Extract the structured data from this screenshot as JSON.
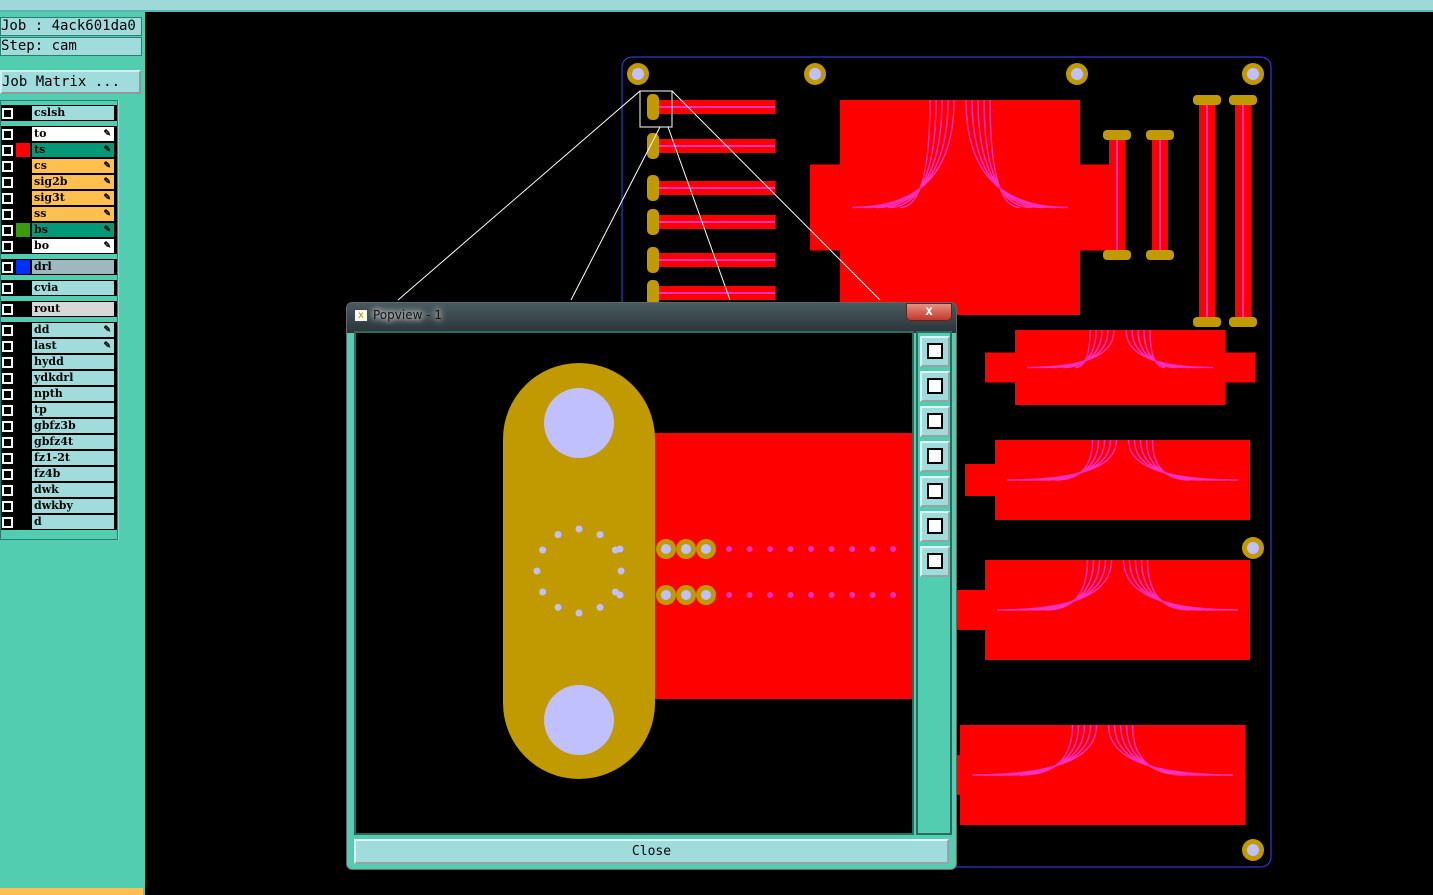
{
  "job": {
    "job_label": "Job : 4ack601da0",
    "step_label": "Step: cam",
    "matrix_button": "Job Matrix ..."
  },
  "layers": [
    {
      "name": "cslsh",
      "bg": "#a0dcdc",
      "swatch": "",
      "pen": false
    },
    {
      "name": "to",
      "bg": "#ffffff",
      "swatch": "",
      "pen": true
    },
    {
      "name": "ts",
      "bg": "#009a78",
      "swatch": "#ff0000",
      "pen": true
    },
    {
      "name": "cs",
      "bg": "#ffc050",
      "swatch": "",
      "pen": true
    },
    {
      "name": "sig2b",
      "bg": "#ffc050",
      "swatch": "",
      "pen": true
    },
    {
      "name": "sig3t",
      "bg": "#ffc050",
      "swatch": "",
      "pen": true
    },
    {
      "name": "ss",
      "bg": "#ffc050",
      "swatch": "",
      "pen": true
    },
    {
      "name": "bs",
      "bg": "#009a78",
      "swatch": "#3a9a10",
      "pen": true
    },
    {
      "name": "bo",
      "bg": "#ffffff",
      "swatch": "",
      "pen": true
    },
    {
      "name": "drl",
      "bg": "#9fb8c0",
      "swatch": "#0030ff",
      "pen": false
    },
    {
      "name": "cvia",
      "bg": "#a0dcdc",
      "swatch": "",
      "pen": false
    },
    {
      "name": "rout",
      "bg": "#d8d8d8",
      "swatch": "",
      "pen": false
    },
    {
      "name": "dd",
      "bg": "#a0dcdc",
      "swatch": "",
      "pen": true
    },
    {
      "name": "last",
      "bg": "#a0dcdc",
      "swatch": "",
      "pen": true
    },
    {
      "name": "hydd",
      "bg": "#a0dcdc",
      "swatch": "",
      "pen": false
    },
    {
      "name": "ydkdrl",
      "bg": "#a0dcdc",
      "swatch": "",
      "pen": false
    },
    {
      "name": "npth",
      "bg": "#a0dcdc",
      "swatch": "",
      "pen": false
    },
    {
      "name": "tp",
      "bg": "#a0dcdc",
      "swatch": "",
      "pen": false
    },
    {
      "name": "gbfz3b",
      "bg": "#a0dcdc",
      "swatch": "",
      "pen": false
    },
    {
      "name": "gbfz4t",
      "bg": "#a0dcdc",
      "swatch": "",
      "pen": false
    },
    {
      "name": "fz1-2t",
      "bg": "#a0dcdc",
      "swatch": "",
      "pen": false
    },
    {
      "name": "fz4b",
      "bg": "#a0dcdc",
      "swatch": "",
      "pen": false
    },
    {
      "name": "dwk",
      "bg": "#a0dcdc",
      "swatch": "",
      "pen": false
    },
    {
      "name": "dwkby",
      "bg": "#a0dcdc",
      "swatch": "",
      "pen": false
    },
    {
      "name": "d",
      "bg": "#a0dcdc",
      "swatch": "",
      "pen": false
    }
  ],
  "popview": {
    "title": "Popview - 1",
    "close_x": "x",
    "close_button": "Close",
    "tools": [
      "zoom-back-icon",
      "zoom-up-icon",
      "zoom-down-icon",
      "zoom-left-icon",
      "zoom-right-icon",
      "zoom-fit-icon",
      "pan-icon"
    ]
  },
  "colors": {
    "copper": "#ff0000",
    "pad": "#c09a00",
    "trace": "#ff30c0",
    "drill": "#c0c0ff",
    "outline": "#4040ff"
  }
}
